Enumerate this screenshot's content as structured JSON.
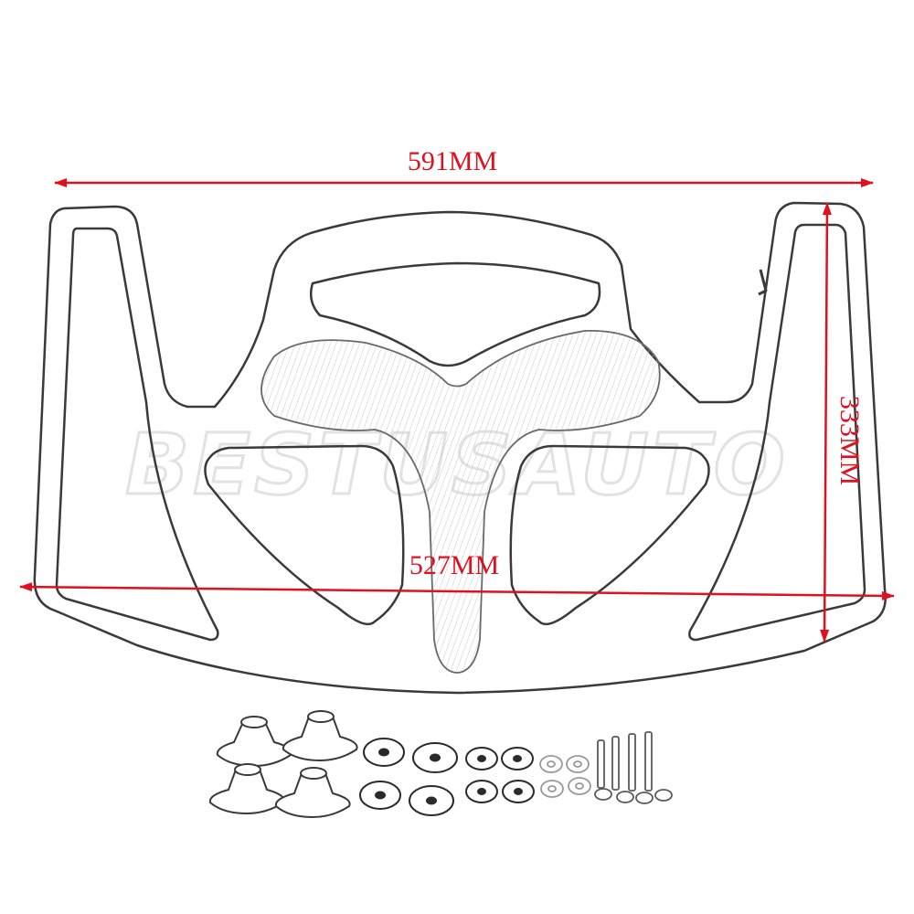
{
  "dimensions": {
    "width_top": "591MM",
    "width_inner": "527MM",
    "height": "333MM"
  },
  "watermark": "BESTUSAUTO",
  "colors": {
    "dimension_red": "#e0101e",
    "outline": "#3a3a3a",
    "watermark": "#e2e2e2",
    "background": "#ffffff"
  }
}
